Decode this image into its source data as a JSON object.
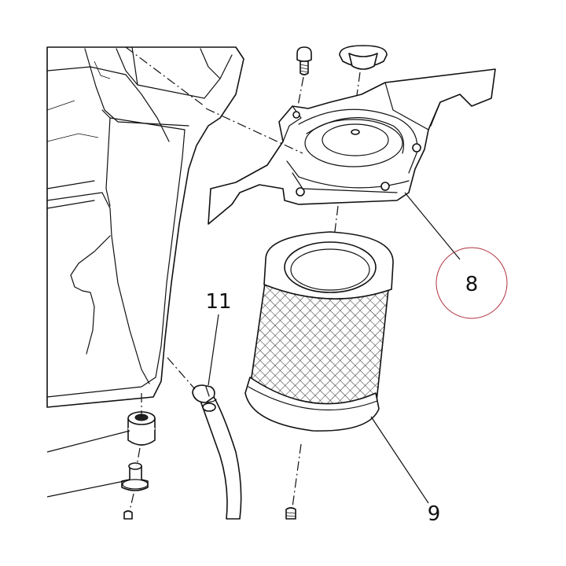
{
  "callouts": {
    "part_8": "8",
    "part_9": "9",
    "part_11": "11"
  },
  "colors": {
    "line": "#111111",
    "highlight_circle": "#b03040",
    "mesh": "#2a2a2a",
    "grommet": "#555555"
  }
}
